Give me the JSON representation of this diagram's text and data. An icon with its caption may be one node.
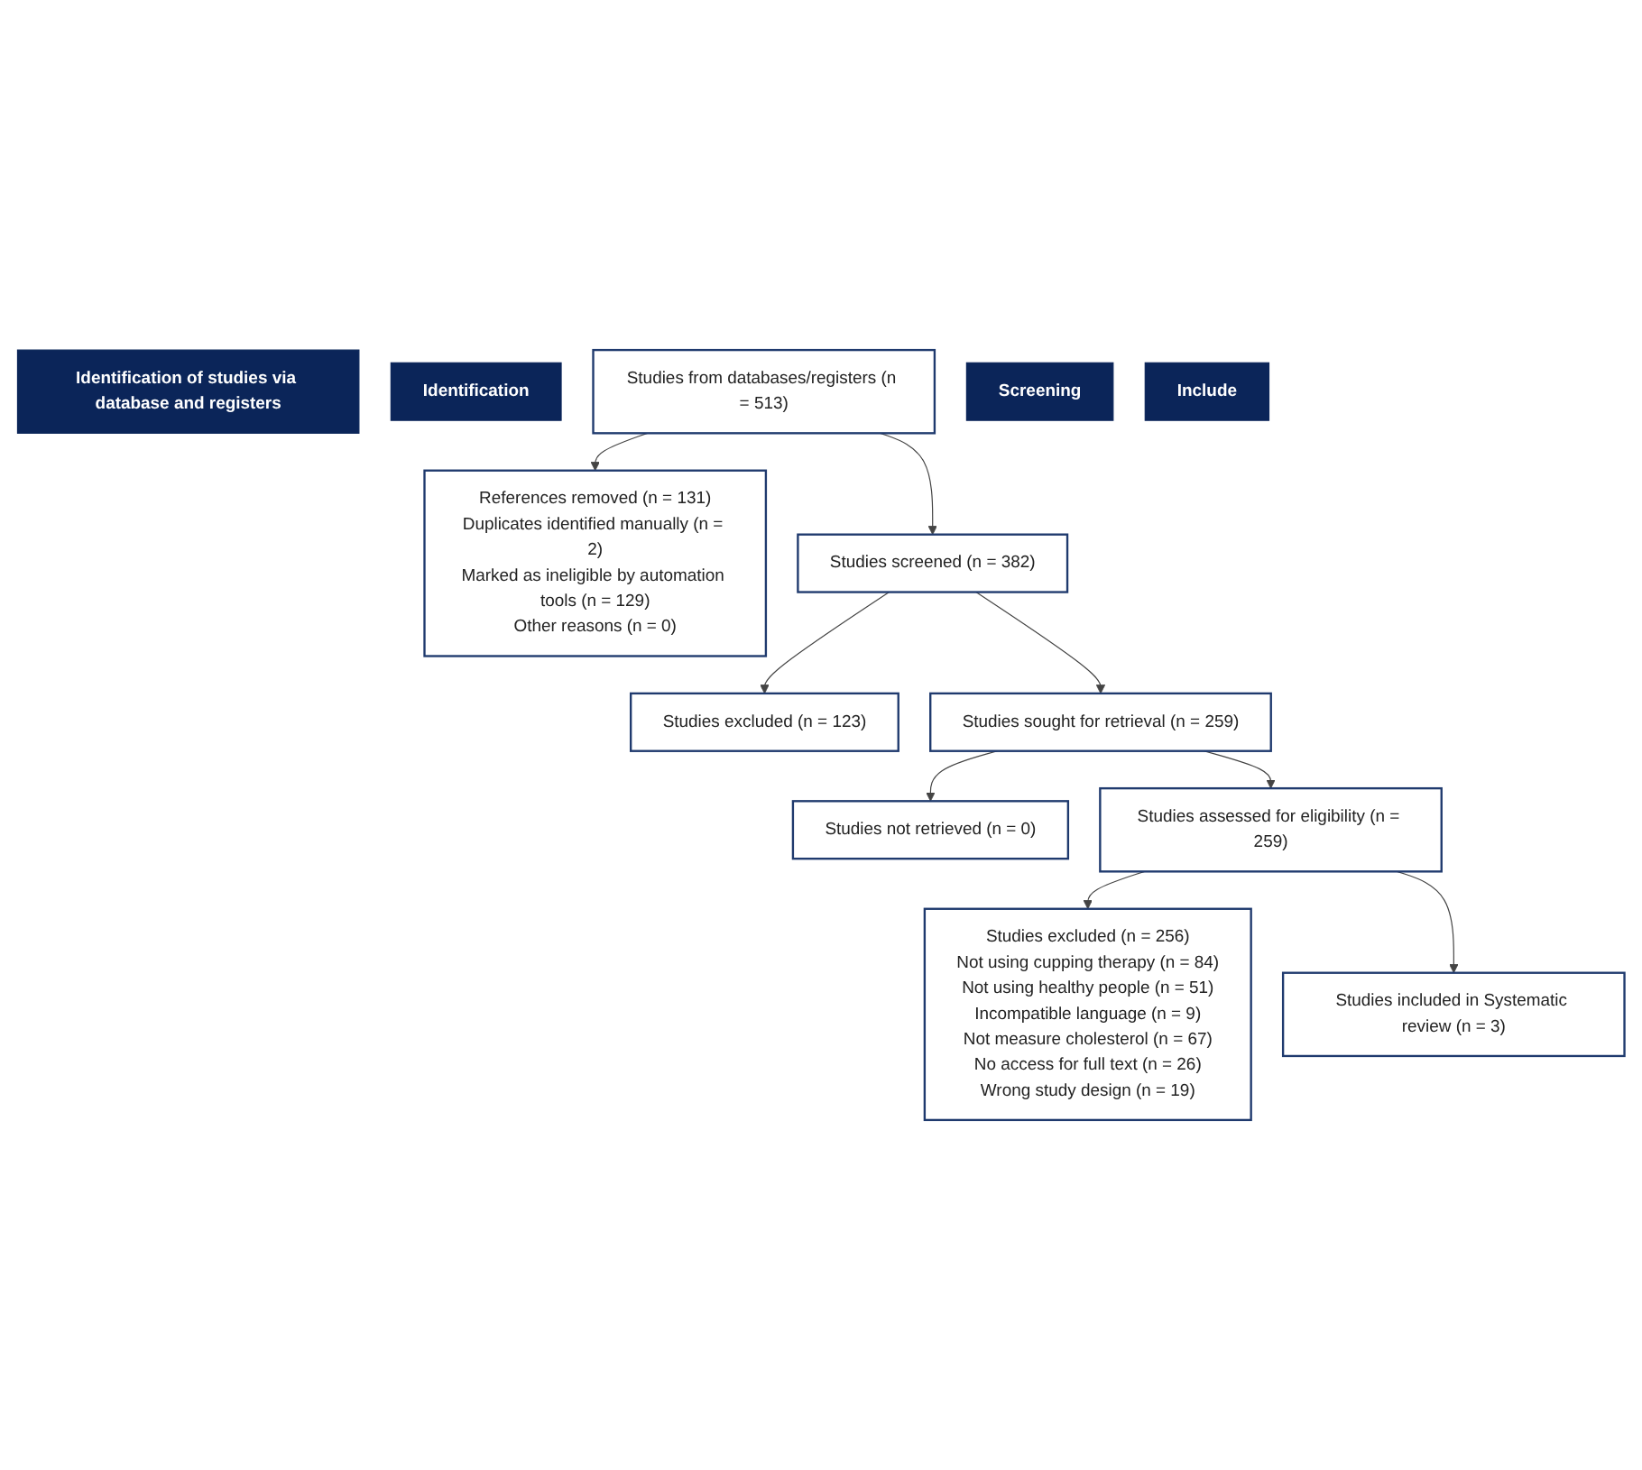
{
  "diagram": {
    "nodes": [
      {
        "text": [
          "Identification of studies via database and registers"
        ]
      },
      {
        "text": [
          "Identification"
        ]
      },
      {
        "text": [
          "Studies from databases/registers (n = 513)"
        ]
      },
      {
        "text": [
          "References removed (n = 131)",
          "Duplicates identified manually (n = 2)",
          "Marked as ineligible by automation tools (n = 129)",
          "Other reasons (n = 0)"
        ]
      },
      {
        "text": [
          "Screening"
        ]
      },
      {
        "text": [
          "Studies screened (n = 382)"
        ]
      },
      {
        "text": [
          "Studies excluded (n = 123)"
        ]
      },
      {
        "text": [
          "Studies sought for retrieval (n = 259)"
        ]
      },
      {
        "text": [
          "Studies not retrieved (n = 0)"
        ]
      },
      {
        "text": [
          "Studies assessed for eligibility (n = 259)"
        ]
      },
      {
        "text": [
          "Studies excluded (n = 256)",
          "Not using cupping therapy (n = 84)",
          "Not using healthy people (n = 51)",
          "Incompatible language (n = 9)",
          "Not measure cholesterol (n = 67)",
          "No access for full text (n = 26)",
          "Wrong study design (n = 19)"
        ]
      },
      {
        "text": [
          "Include"
        ]
      },
      {
        "text": [
          "Studies included in Systematic review (n = 3)"
        ]
      }
    ],
    "edges": [
      {
        "from": 2,
        "to": 3,
        "arrow": "to"
      },
      {
        "from": 2,
        "to": 5,
        "arrow": "to"
      },
      {
        "from": 5,
        "to": 6,
        "arrow": "to"
      },
      {
        "from": 5,
        "to": 7,
        "arrow": "to"
      },
      {
        "from": 7,
        "to": 8,
        "arrow": "to"
      },
      {
        "from": 7,
        "to": 9,
        "arrow": "to"
      },
      {
        "from": 9,
        "to": 10,
        "arrow": "to"
      },
      {
        "from": 9,
        "to": 12,
        "arrow": "to"
      }
    ]
  }
}
